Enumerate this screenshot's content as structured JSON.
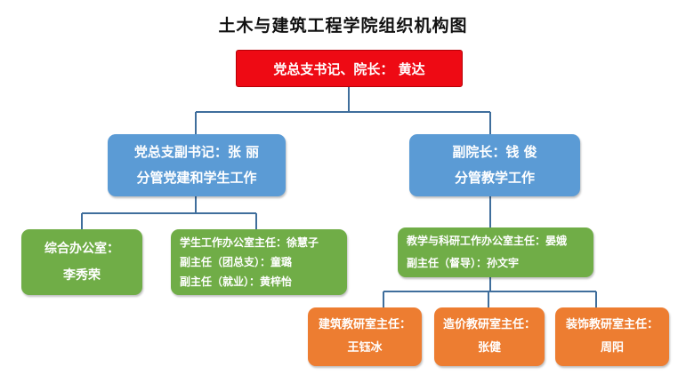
{
  "title": "土木与建筑工程学院组织机构图",
  "nodes": {
    "root": "党总支书记、院长：  黄达",
    "party_deputy": [
      "党总支副书记：张 丽",
      "分管党建和学生工作"
    ],
    "vice_dean": [
      "副院长：钱 俊",
      "分管教学工作"
    ],
    "general_office": [
      "综合办公室：",
      "李秀荣"
    ],
    "student_office": [
      "学生工作办公室主任：徐慧子",
      "副主任（团总支）：童璐",
      "副主任（就业）：黄梓怡"
    ],
    "teaching_office": [
      "教学与科研工作办公室主任：晏娥",
      "副主任（督导）：孙文宇"
    ],
    "arch_lab": [
      "建筑教研室主任：",
      "王钰冰"
    ],
    "cost_lab": [
      "造价教研室主任：",
      "张健"
    ],
    "deco_lab": [
      "装饰教研室主任：",
      "周阳"
    ]
  },
  "colors": {
    "root": "#ee0a14",
    "level2": "#5b9bd5",
    "level3": "#70ad47",
    "level4": "#ed7d31",
    "connector": "#3f6e9c"
  }
}
